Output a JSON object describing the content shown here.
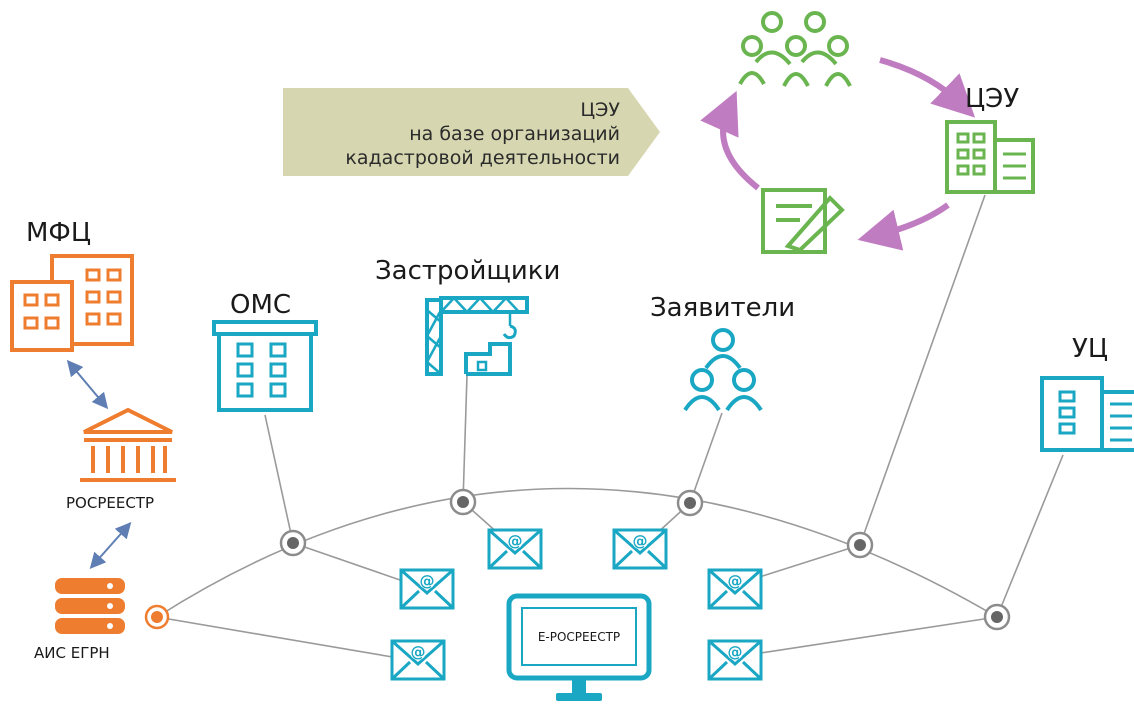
{
  "labels": {
    "mfc": "МФЦ",
    "rosreestr": "РОСРЕЕСТР",
    "ais_egrn": "АИС ЕГРН",
    "oms": "ОМС",
    "developers": "Застройщики",
    "applicants": "Заявители",
    "uc": "УЦ",
    "ceu": "ЦЭУ",
    "e_rosreestr": "E-РОСРЕЕСТР"
  },
  "banner": {
    "line1": "ЦЭУ",
    "line2": "на базе организаций",
    "line3": "кадастровой деятельности"
  },
  "icons": {
    "mfc": "office-buildings-icon",
    "rosreestr": "government-building-icon",
    "ais_egrn": "database-server-icon",
    "oms": "office-building-icon",
    "developers": "construction-crane-icon",
    "applicants": "people-group-icon",
    "uc": "office-building-icon",
    "ceu": "office-building-icon",
    "ceu_people": "crowd-icon",
    "ceu_document": "document-edit-icon",
    "email": "email-envelope-icon",
    "monitor": "computer-monitor-icon"
  },
  "colors": {
    "orange": "#ef7d2f",
    "teal": "#1aa7c4",
    "green": "#6ab550",
    "purple": "#c07cc1",
    "gray_line": "#8c8c8c",
    "banner": "#d6d7b0",
    "arrow_blue": "#5f7fb4"
  }
}
